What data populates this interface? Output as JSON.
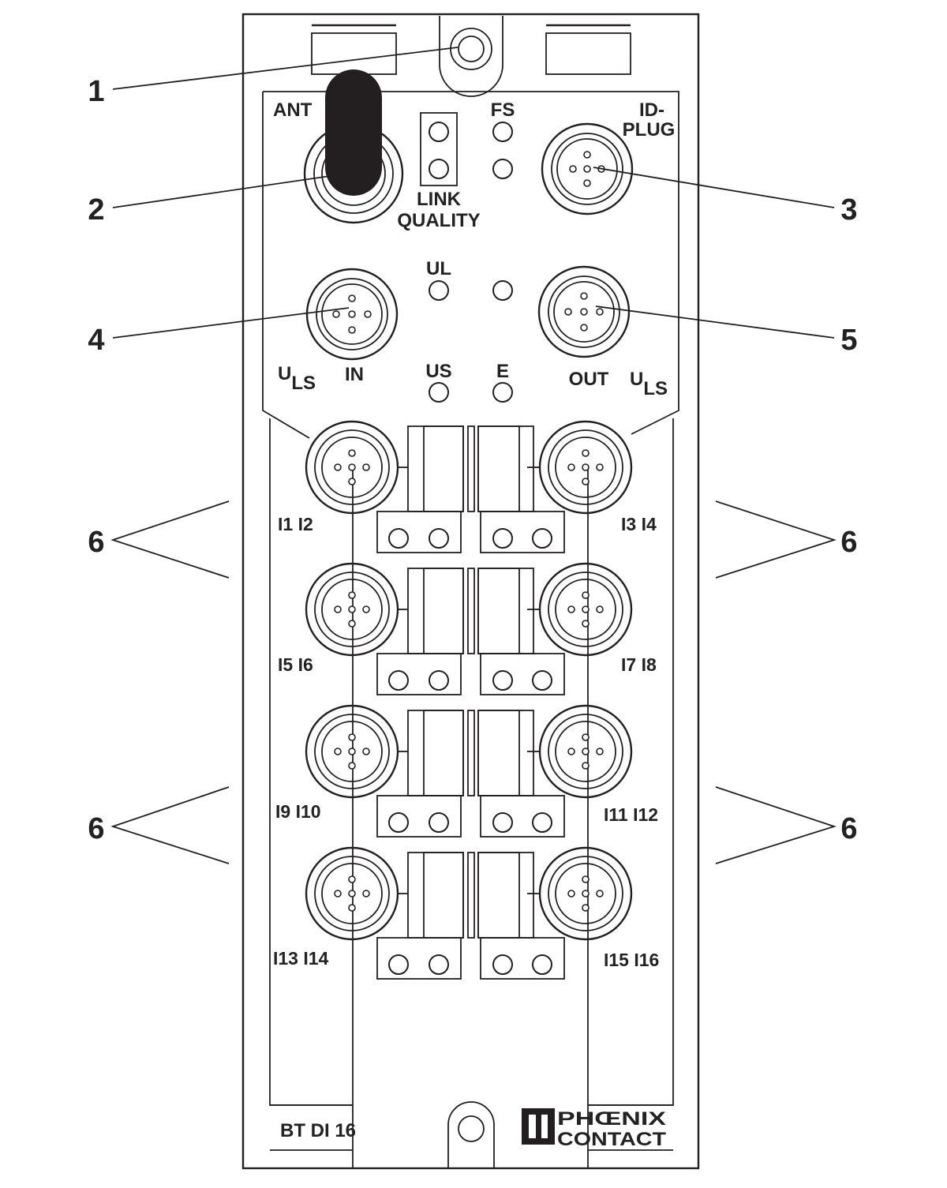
{
  "callouts": {
    "c1": "1",
    "c2": "2",
    "c3": "3",
    "c4": "4",
    "c5": "5",
    "c6a": "6",
    "c6b": "6",
    "c6c": "6",
    "c6d": "6"
  },
  "labels": {
    "ant": "ANT",
    "id_plug_1": "ID-",
    "id_plug_2": "PLUG",
    "link_1": "LINK",
    "link_2": "QUALITY",
    "fs": "FS",
    "ul": "UL",
    "us": "US",
    "e": "E",
    "in": "IN",
    "out": "OUT",
    "uls_u": "U",
    "uls_sub": "LS"
  },
  "ports": {
    "p12": "I1 I2",
    "p34": "I3 I4",
    "p56": "I5 I6",
    "p78": "I7 I8",
    "p910": "I9 I10",
    "p1112": "I11 I12",
    "p1314": "I13 I14",
    "p1516": "I15 I16"
  },
  "model": "BT DI 16",
  "brand": {
    "line1": "PHŒNIX",
    "line2": "CONTACT"
  }
}
